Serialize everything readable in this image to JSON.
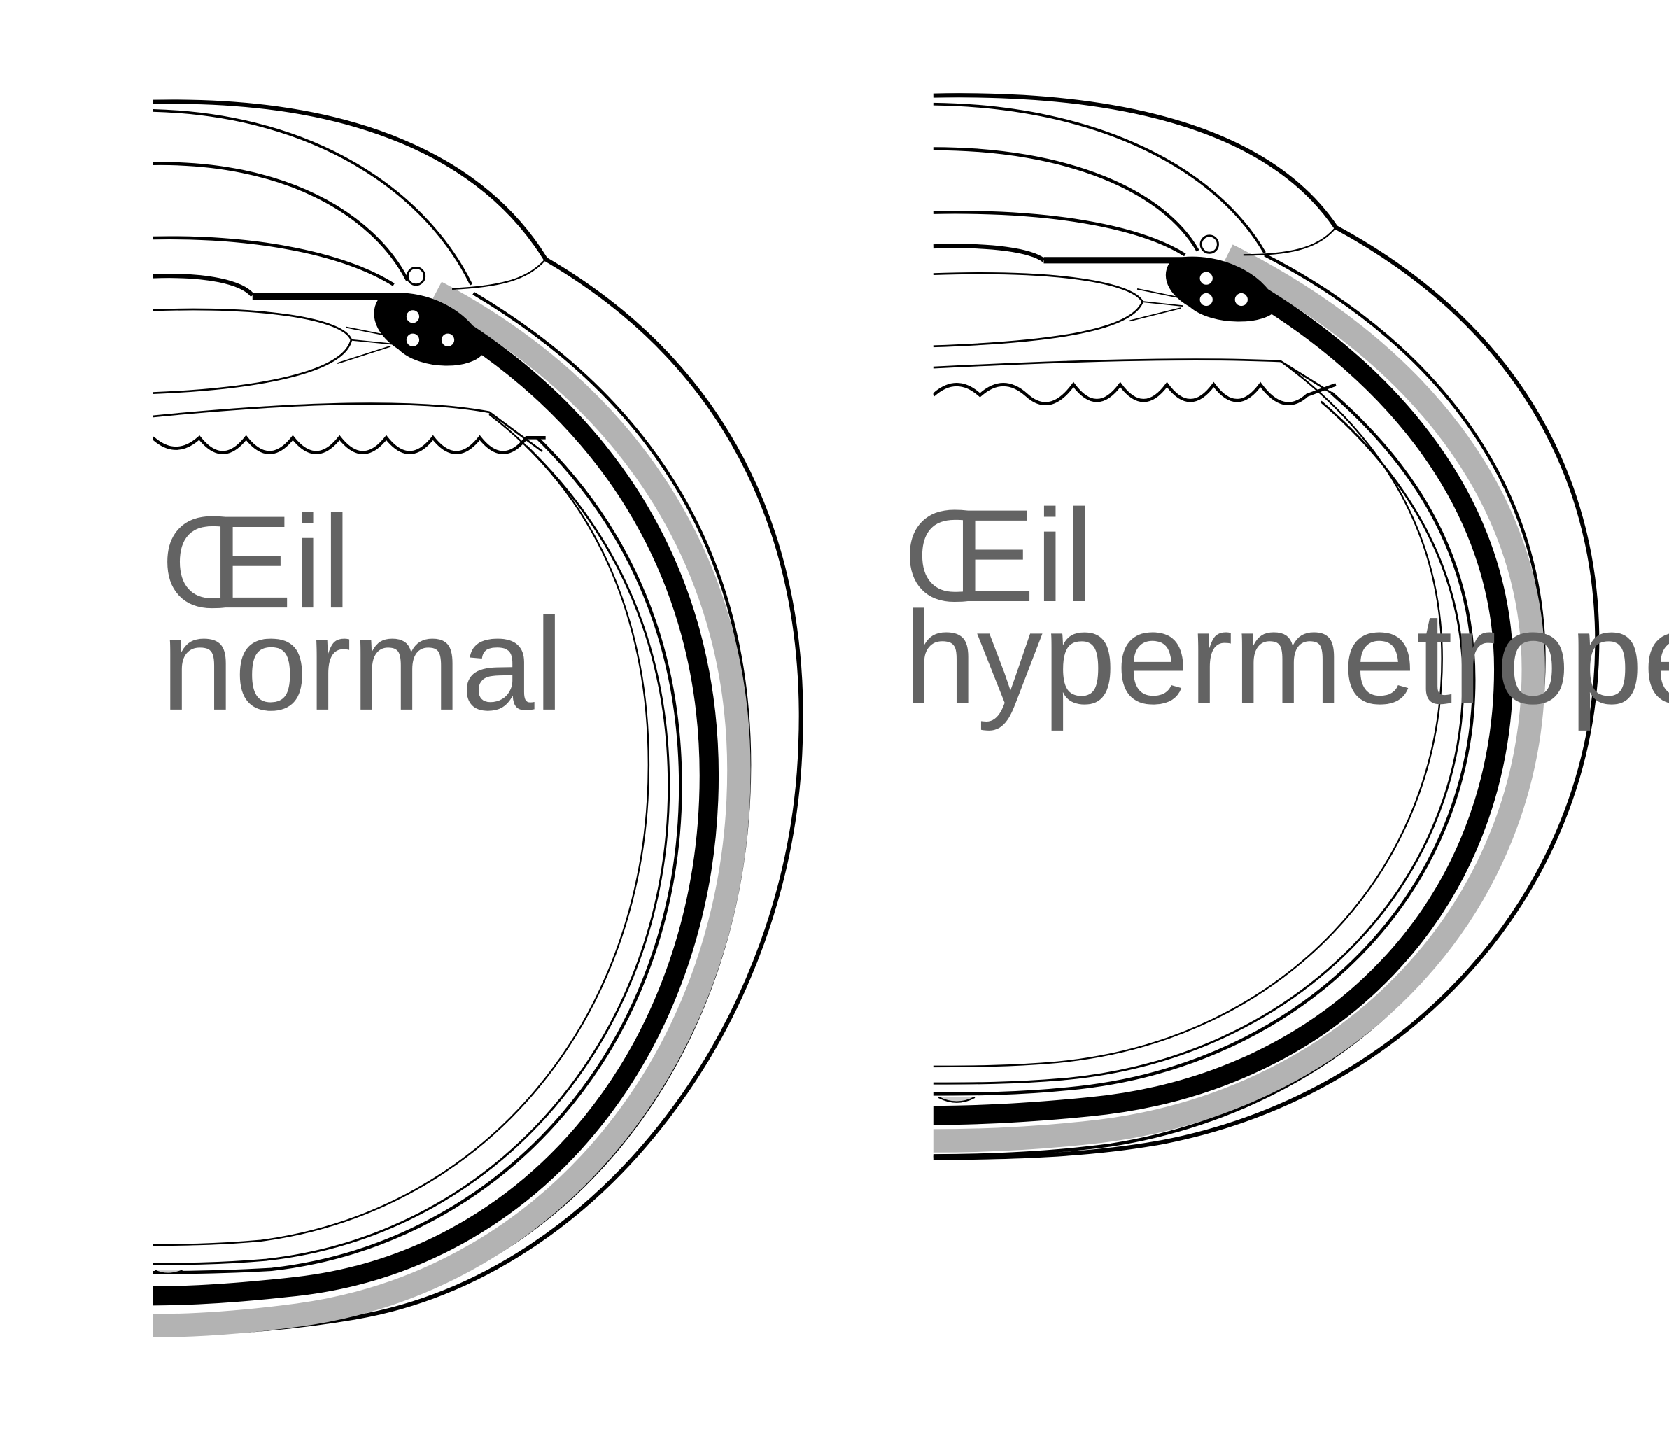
{
  "diagrams": [
    {
      "line1": "Œil",
      "line2": "normal"
    },
    {
      "line1": "Œil",
      "line2": "hypermetrope"
    }
  ],
  "colors": {
    "ink": "#000000",
    "label": "#636363",
    "choroid_band": "#b3b3b3",
    "background": "#ffffff"
  }
}
